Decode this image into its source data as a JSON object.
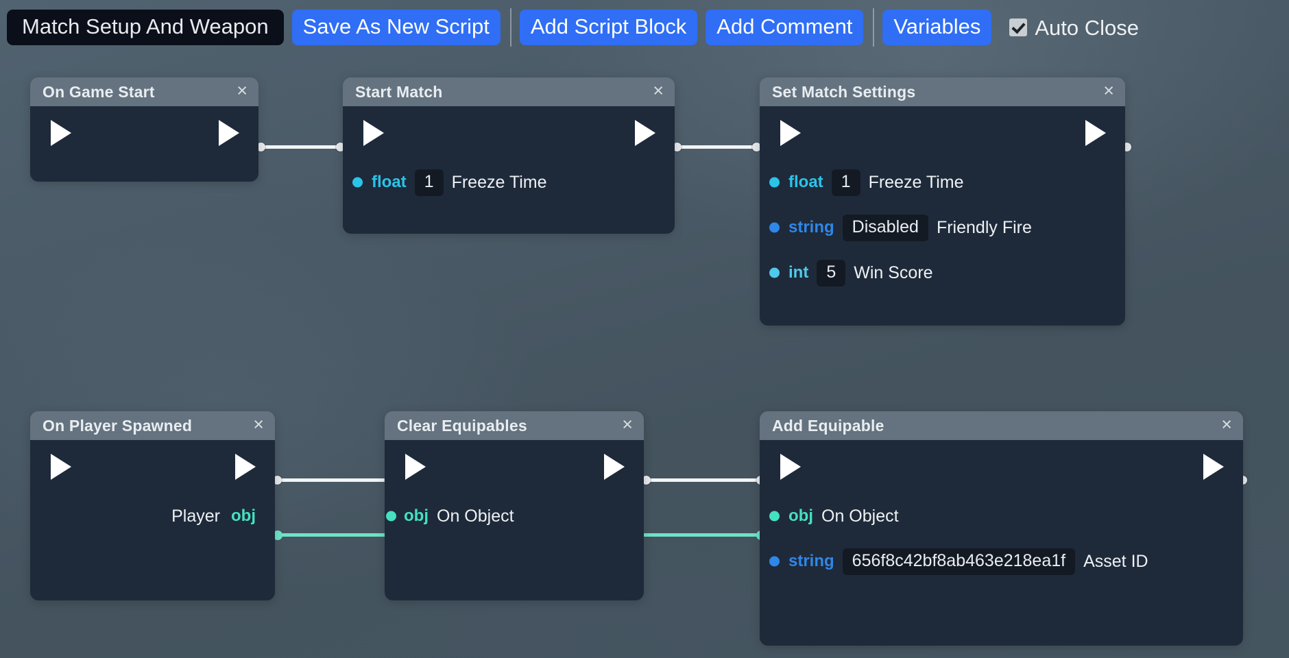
{
  "toolbar": {
    "script_name": "Match Setup And Weapon",
    "save_button": "Save As New Script",
    "add_script_block_button": "Add Script Block",
    "add_comment_button": "Add Comment",
    "variables_button": "Variables",
    "auto_close_label": "Auto Close",
    "auto_close_checked": true,
    "accent_color": "#2f6ef5"
  },
  "colors": {
    "node_header": "#64737f",
    "node_body": "#1e2a3a",
    "value_field": "#141a24",
    "exec_wire": "#f2f4f6",
    "obj_wire": "#6fe3c8",
    "type_float": "#2bc4e8",
    "type_string": "#2f87e8",
    "type_int": "#4fc9ec",
    "type_obj": "#45e0c0",
    "canvas_background": "#4a5a66"
  },
  "close_icon": "×",
  "nodes": [
    {
      "id": "on-game-start",
      "title": "On Game Start",
      "params": []
    },
    {
      "id": "start-match",
      "title": "Start Match",
      "params": [
        {
          "type": "float",
          "value": "1",
          "label": "Freeze Time"
        }
      ]
    },
    {
      "id": "set-match-settings",
      "title": "Set Match Settings",
      "params": [
        {
          "type": "float",
          "value": "1",
          "label": "Freeze Time"
        },
        {
          "type": "string",
          "value": "Disabled",
          "label": "Friendly Fire"
        },
        {
          "type": "int",
          "value": "5",
          "label": "Win Score"
        }
      ]
    },
    {
      "id": "on-player-spawned",
      "title": "On Player Spawned",
      "params": [
        {
          "type": "obj",
          "value": null,
          "label": "Player",
          "direction": "out"
        }
      ]
    },
    {
      "id": "clear-equipables",
      "title": "Clear Equipables",
      "params": [
        {
          "type": "obj",
          "value": null,
          "label": "On Object"
        }
      ]
    },
    {
      "id": "add-equipable",
      "title": "Add Equipable",
      "params": [
        {
          "type": "obj",
          "value": null,
          "label": "On Object"
        },
        {
          "type": "string",
          "value": "656f8c42bf8ab463e218ea1f",
          "label": "Asset ID"
        }
      ]
    }
  ]
}
